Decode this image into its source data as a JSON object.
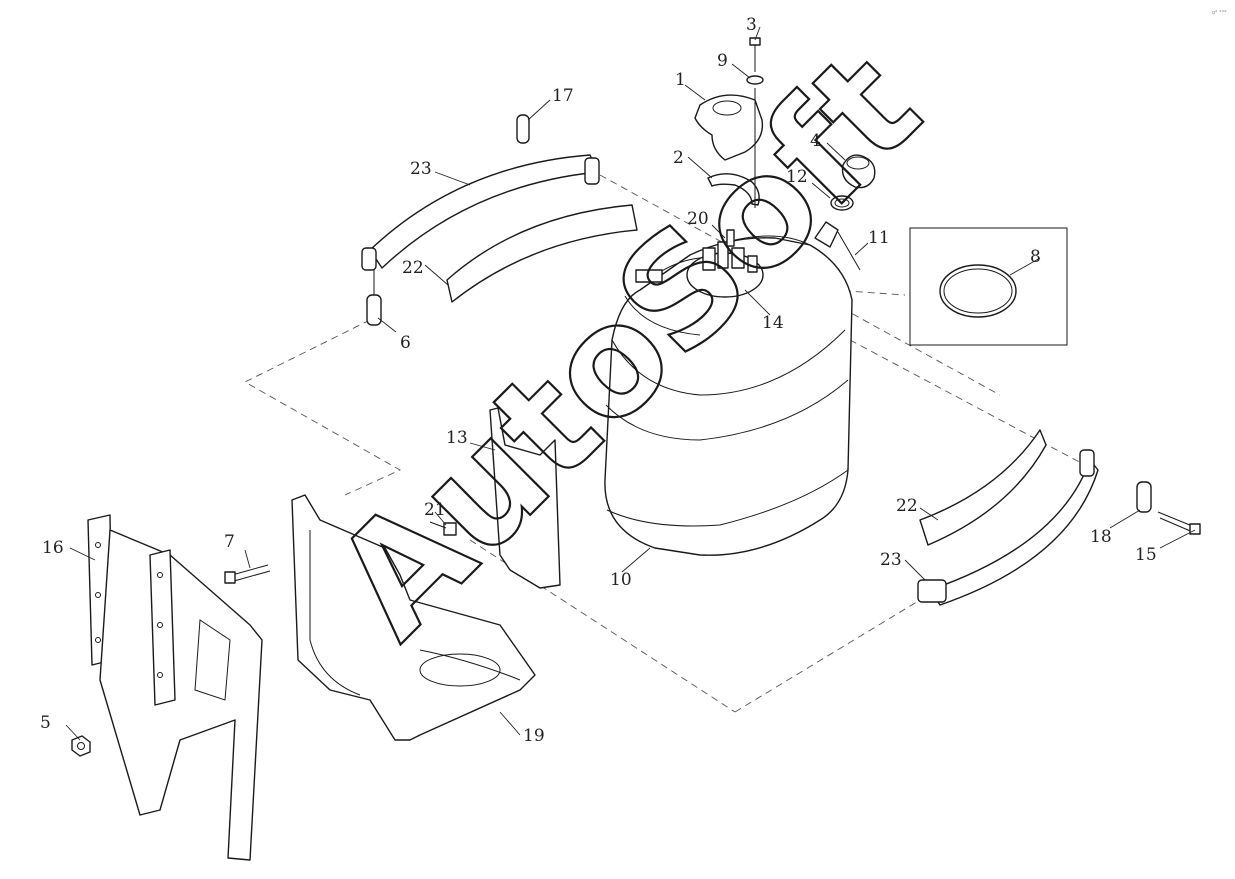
{
  "watermark": "AutoSoft",
  "corner_mark": "o° °°°",
  "callouts": [
    {
      "id": "c1",
      "text": "1"
    },
    {
      "id": "c2",
      "text": "2"
    },
    {
      "id": "c3",
      "text": "3"
    },
    {
      "id": "c4",
      "text": "4"
    },
    {
      "id": "c5",
      "text": "5"
    },
    {
      "id": "c6",
      "text": "6"
    },
    {
      "id": "c7",
      "text": "7"
    },
    {
      "id": "c8",
      "text": "8"
    },
    {
      "id": "c9",
      "text": "9"
    },
    {
      "id": "c10",
      "text": "10"
    },
    {
      "id": "c11",
      "text": "11"
    },
    {
      "id": "c12",
      "text": "12"
    },
    {
      "id": "c13",
      "text": "13"
    },
    {
      "id": "c14",
      "text": "14"
    },
    {
      "id": "c15",
      "text": "15"
    },
    {
      "id": "c16",
      "text": "16"
    },
    {
      "id": "c17",
      "text": "17"
    },
    {
      "id": "c18",
      "text": "18"
    },
    {
      "id": "c19",
      "text": "19"
    },
    {
      "id": "c20",
      "text": "20"
    },
    {
      "id": "c21",
      "text": "21"
    },
    {
      "id": "c22a",
      "text": "22"
    },
    {
      "id": "c22b",
      "text": "22"
    },
    {
      "id": "c23a",
      "text": "23"
    },
    {
      "id": "c23b",
      "text": "23"
    }
  ]
}
